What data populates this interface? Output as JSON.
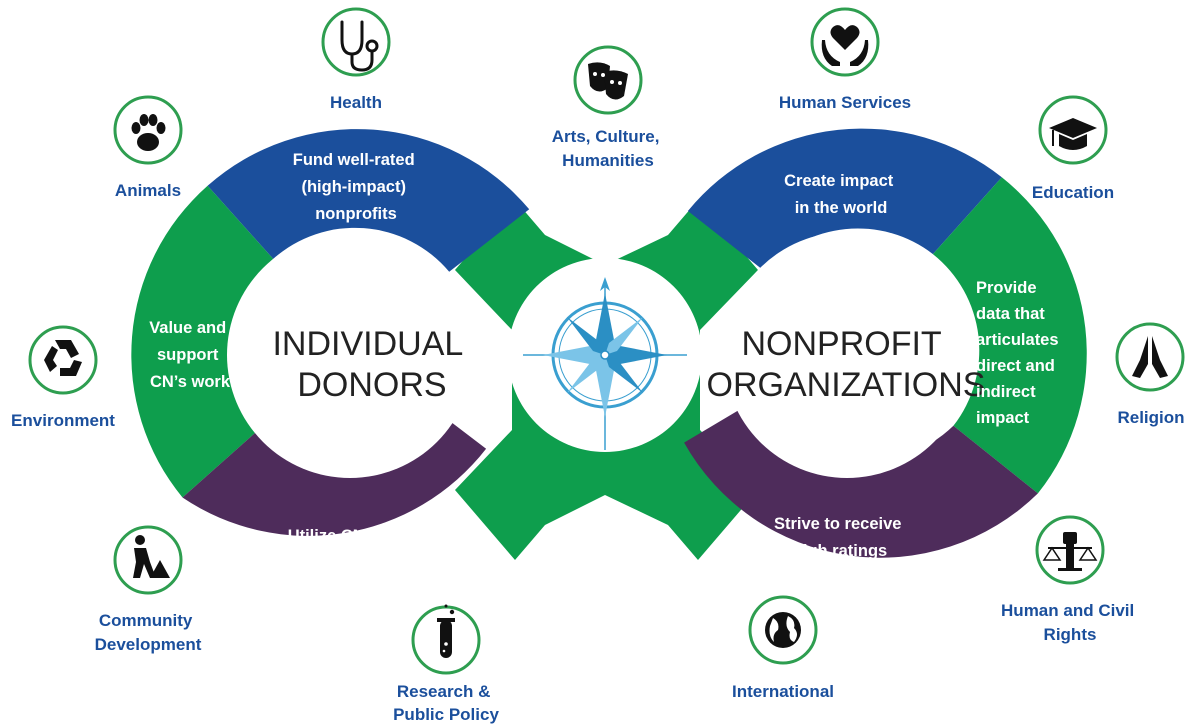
{
  "left_circle": {
    "title_lines": [
      "INDIVIDUAL",
      "DONORS"
    ],
    "segments": {
      "top": [
        "Fund well-rated",
        "(high-impact)",
        "nonprofits"
      ],
      "side": [
        "Value and",
        "support",
        "CN’s work"
      ],
      "bottom": [
        "Utilize CN ratings"
      ]
    }
  },
  "right_circle": {
    "title_lines": [
      "NONPROFIT",
      "ORGANIZATIONS"
    ],
    "segments": {
      "top": [
        "Create impact",
        "in the world"
      ],
      "side": [
        "Provide",
        "data that",
        "articulates",
        "direct and",
        "indirect",
        "impact"
      ],
      "bottom": [
        "Strive to receive",
        "high ratings"
      ]
    }
  },
  "categories": {
    "health": [
      "Health"
    ],
    "arts": [
      "Arts, Culture,",
      "Humanities"
    ],
    "animals": [
      "Animals"
    ],
    "environment": [
      "Environment"
    ],
    "community": [
      "Community",
      "Development"
    ],
    "research": [
      "Research &",
      "Public Policy"
    ],
    "human_services": [
      "Human Services"
    ],
    "education": [
      "Education"
    ],
    "religion": [
      "Religion"
    ],
    "civil_rights": [
      "Human and Civil",
      "Rights"
    ],
    "international": [
      "International"
    ]
  },
  "icons": {
    "health": "stethoscope-icon",
    "arts": "theater-masks-icon",
    "animals": "paw-icon",
    "environment": "recycle-icon",
    "community": "worker-shovel-icon",
    "research": "test-tube-icon",
    "human_services": "heart-hands-icon",
    "education": "graduation-cap-icon",
    "religion": "praying-hands-icon",
    "civil_rights": "fist-scales-icon",
    "international": "globe-icon",
    "center": "compass-rose-icon"
  },
  "colors": {
    "blue": "#1b4f9c",
    "green": "#0e9e4d",
    "purple": "#4e2c5b",
    "label": "#1b4f9c",
    "icon_ring": "#2e9e50",
    "compass": "#3a9fd0"
  }
}
